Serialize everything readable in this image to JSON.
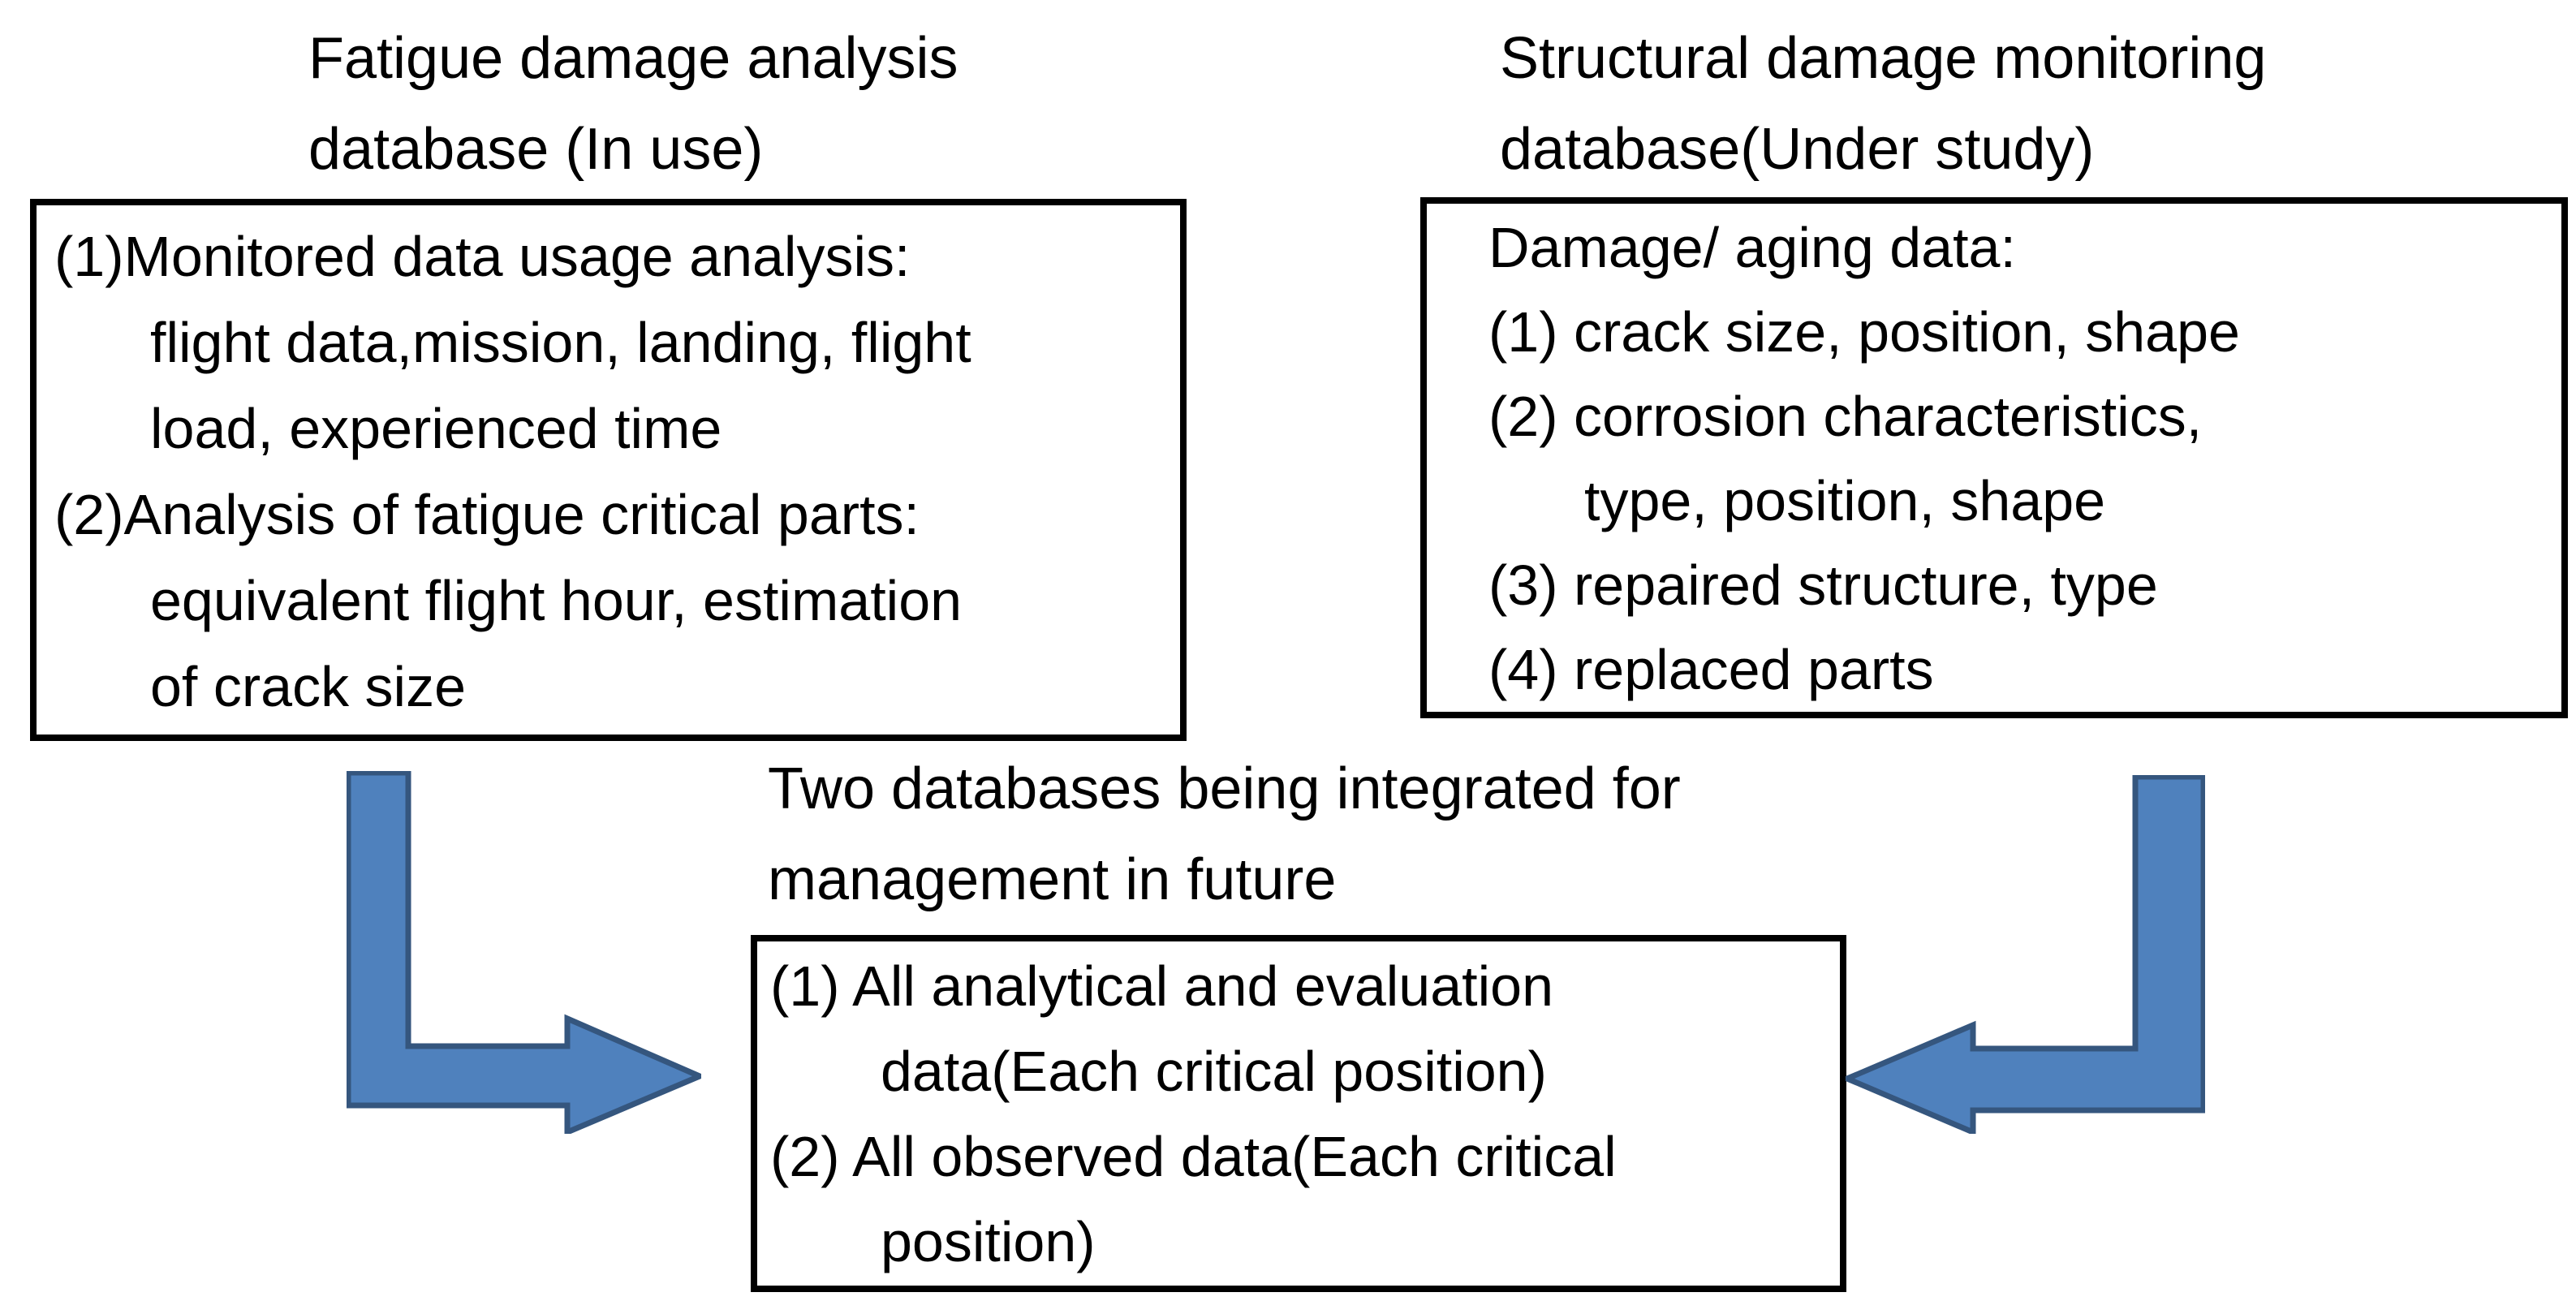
{
  "colors": {
    "background": "#ffffff",
    "text": "#000000",
    "box_border": "#000000",
    "arrow_fill": "#4f81bd",
    "arrow_stroke": "#35567e"
  },
  "fatigue_db": {
    "title_lines": [
      "Fatigue damage analysis",
      "database (In use)"
    ],
    "lines": [
      "(1)Monitored data usage analysis:",
      "flight data,mission, landing, flight",
      "load, experienced time",
      "(2)Analysis of fatigue critical parts:",
      "equivalent flight hour, estimation",
      "of crack size"
    ]
  },
  "monitoring_db": {
    "title_lines": [
      "Structural damage monitoring",
      "database(Under study)"
    ],
    "lines": [
      "Damage/ aging data:",
      "(1) crack size, position, shape",
      "(2) corrosion characteristics,",
      "type, position, shape",
      "(3) repaired structure, type",
      "(4) replaced parts"
    ]
  },
  "integration": {
    "label_lines": [
      "Two databases being integrated for",
      "management in future"
    ],
    "lines": [
      "(1) All analytical and evaluation",
      "data(Each critical position)",
      "(2) All observed data(Each critical",
      "position)"
    ]
  },
  "icons": {
    "left_arrow": "elbow-arrow-down-right",
    "right_arrow": "elbow-arrow-down-left"
  }
}
